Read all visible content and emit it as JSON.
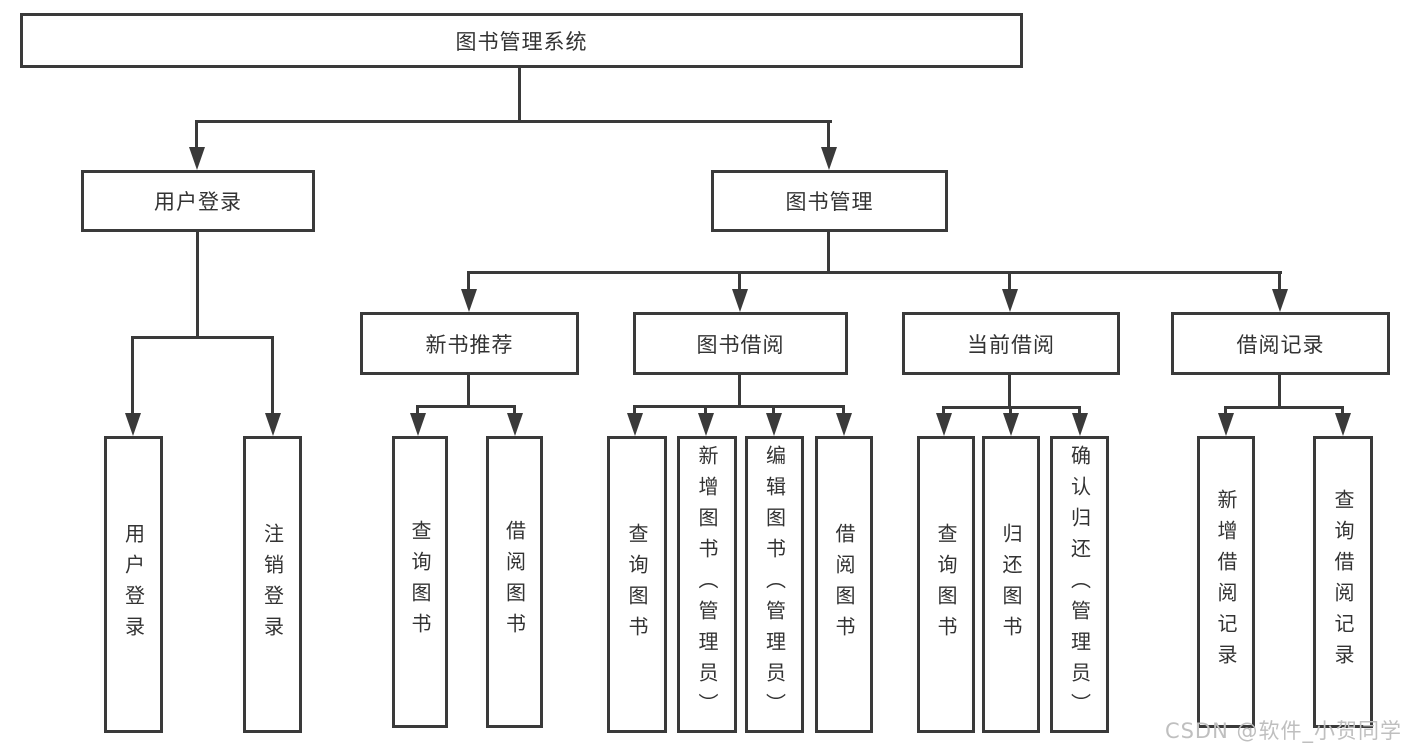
{
  "diagram_type": "hierarchy-tree",
  "colors": {
    "line": "#3a3a3a",
    "text": "#333333",
    "background": "#ffffff",
    "box_background": "#ffffff",
    "watermark": "#bfbfbf"
  },
  "tree": {
    "label": "图书管理系统",
    "children": [
      {
        "label": "用户登录",
        "children": [
          {
            "label": "用户登录"
          },
          {
            "label": "注销登录"
          }
        ]
      },
      {
        "label": "图书管理",
        "children": [
          {
            "label": "新书推荐",
            "children": [
              {
                "label": "查询图书"
              },
              {
                "label": "借阅图书"
              }
            ]
          },
          {
            "label": "图书借阅",
            "children": [
              {
                "label": "查询图书"
              },
              {
                "label": "新增图书（管理员）"
              },
              {
                "label": "编辑图书（管理员）"
              },
              {
                "label": "借阅图书"
              }
            ]
          },
          {
            "label": "当前借阅",
            "children": [
              {
                "label": "查询图书"
              },
              {
                "label": "归还图书"
              },
              {
                "label": "确认归还（管理员）"
              }
            ]
          },
          {
            "label": "借阅记录",
            "children": [
              {
                "label": "新增借阅记录"
              },
              {
                "label": "查询借阅记录"
              }
            ]
          }
        ]
      }
    ]
  },
  "watermark": {
    "text": "CSDN @软件_小贺同学"
  }
}
